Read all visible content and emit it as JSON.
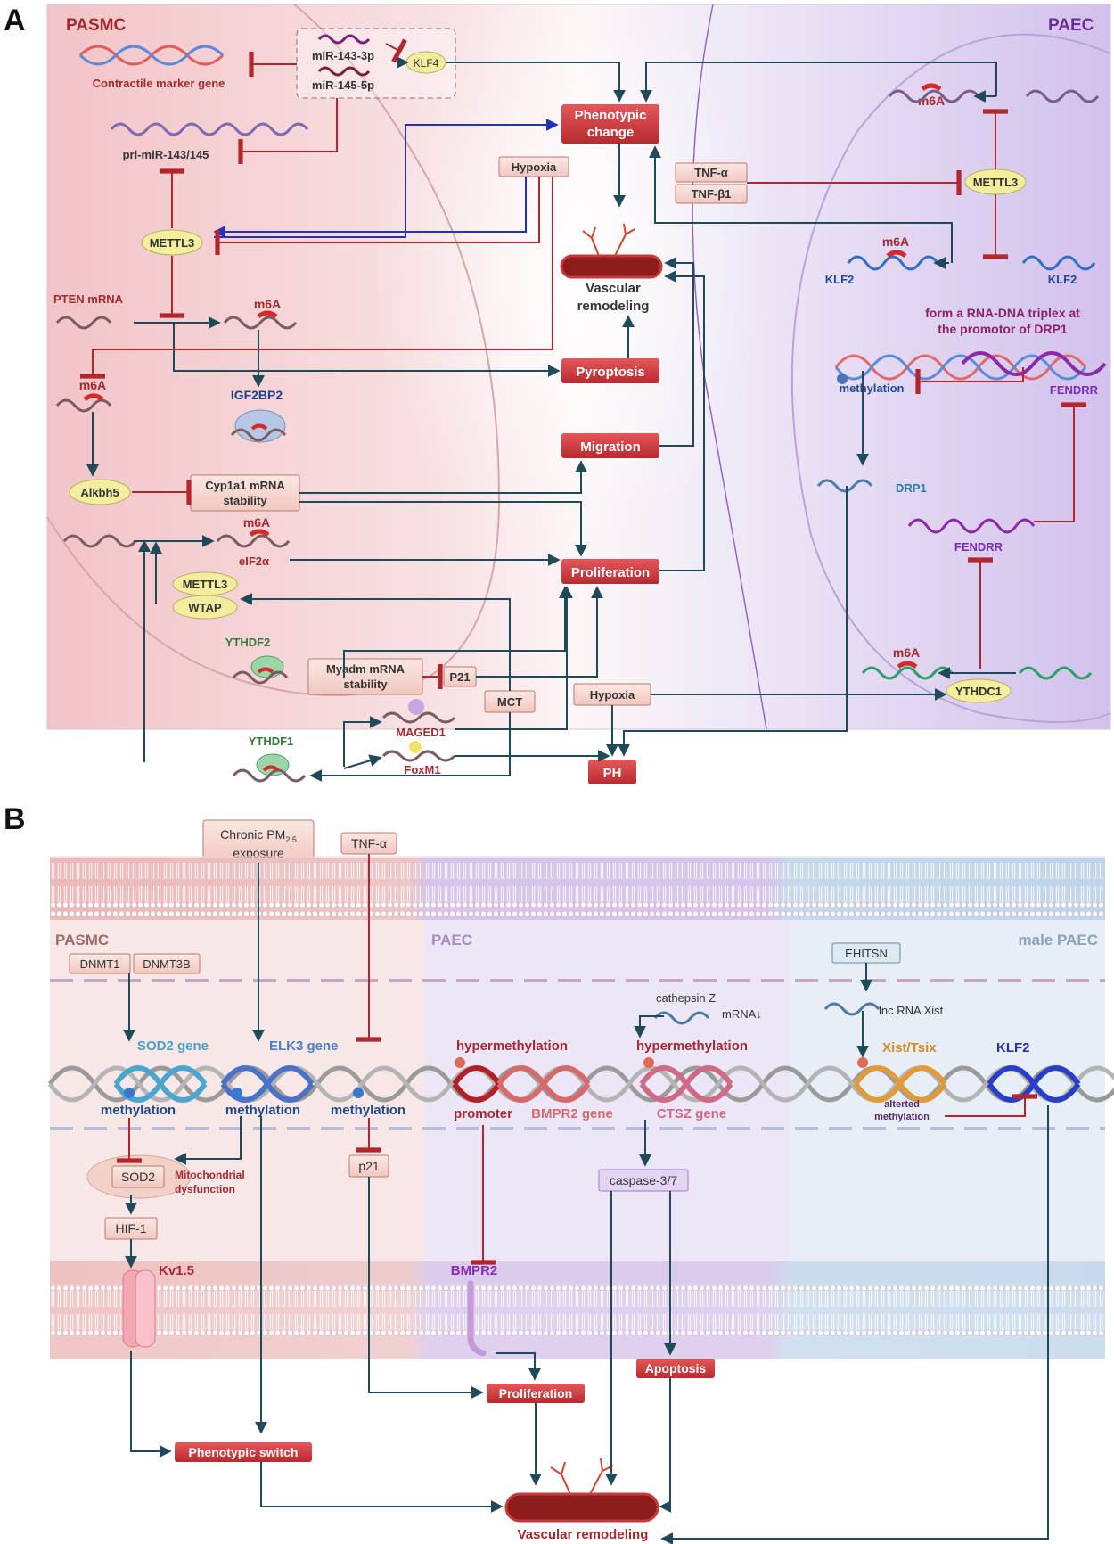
{
  "panel_a": {
    "letter": "A",
    "region_left": "PASMC",
    "region_right": "PAEC",
    "mir143": "miR-143-3p",
    "mir145": "miR-145-5p",
    "klf4": "KLF4",
    "contractile": "Contractile marker gene",
    "pri_mir": "pri-miR-143/145",
    "phenotypic_change_1": "Phenotypic",
    "phenotypic_change_2": "change",
    "hypoxia": "Hypoxia",
    "tnf_a": "TNF-α",
    "tnf_b1": "TNF-β1",
    "mettl3": "METTL3",
    "vascular_remodeling_1": "Vascular",
    "vascular_remodeling_2": "remodeling",
    "m6a": "m6A",
    "klf2": "KLF2",
    "pten": "PTEN mRNA",
    "igf2bp2": "IGF2BP2",
    "pyroptosis": "Pyroptosis",
    "triplex_1": "form a RNA-DNA triplex at",
    "triplex_2": "the promotor of DRP1",
    "methylation": "methylation",
    "fendrr": "FENDRR",
    "migration": "Migration",
    "alkbh5": "Alkbh5",
    "cyp1_1": "Cyp1a1 mRNA",
    "cyp1_2": "stability",
    "drp1": "DRP1",
    "eif2a": "eIF2α",
    "proliferation": "Proliferation",
    "wtap": "WTAP",
    "ythdf2": "YTHDF2",
    "myadm_1": "Myadm mRNA",
    "myadm_2": "stability",
    "p21": "P21",
    "mct": "MCT",
    "ythdc1": "YTHDC1",
    "maged1": "MAGED1",
    "ythdf1": "YTHDF1",
    "foxm1": "FoxM1",
    "ph": "PH"
  },
  "panel_b": {
    "letter": "B",
    "pm_1": "Chronic PM",
    "pm_sub": "2.5",
    "pm_2": "exposure",
    "tnf": "TNF-α",
    "region_1": "PASMC",
    "region_2": "PAEC",
    "region_3": "male PAEC",
    "dnmt1": "DNMT1",
    "dnmt3b": "DNMT3B",
    "ehitsn": "EHITSN",
    "cathepsin": "cathepsin Z",
    "mrna_down": "mRNA↓",
    "lnc_xist": "lnc RNA Xist",
    "sod2_gene": "SOD2 gene",
    "elk3_gene": "ELK3 gene",
    "hypermethylation": "hypermethylation",
    "xist_tsix": "Xist/Tsix",
    "klf2": "KLF2",
    "methylation": "methylation",
    "promoter": "promoter",
    "bmpr2_gene": "BMPR2 gene",
    "ctsz_gene": "CTSZ gene",
    "altered_1": "alterted",
    "altered_2": "methylation",
    "sod2": "SOD2",
    "mito_1": "Mitochondrial",
    "mito_2": "dysfunction",
    "p21": "p21",
    "caspase": "caspase-3/7",
    "hif1": "HIF-1",
    "kv15": "Kv1.5",
    "bmpr2": "BMPR2",
    "apoptosis": "Apoptosis",
    "proliferation": "Proliferation",
    "phenotypic_switch": "Phenotypic switch",
    "vascular_remodeling": "Vascular remodeling"
  },
  "colors": {
    "arrow_teal": "#1e4a5a",
    "inhibit_red": "#b3262d",
    "arrow_blue": "#2233bb",
    "box_red": "#c8363a",
    "pasmc_bg": "#f4cfd1",
    "paec_bg": "#dccdf0"
  }
}
